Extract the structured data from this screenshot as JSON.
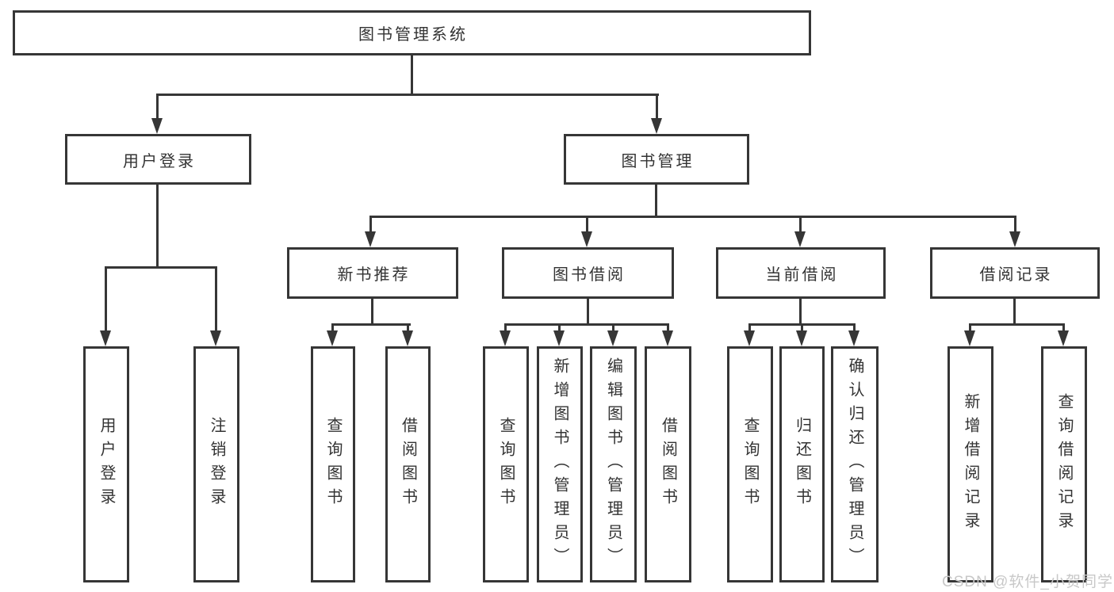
{
  "diagram_type": "hierarchy-tree",
  "colors": {
    "line": "#363636",
    "box_border": "#363636",
    "text": "#333333",
    "background": "#ffffff",
    "watermark": "#c8c8c8"
  },
  "watermark": "CSDN @软件_小贺同学",
  "tree": {
    "label": "图书管理系统",
    "children": [
      {
        "label": "用户登录",
        "children": [
          {
            "label": "用户登录"
          },
          {
            "label": "注销登录"
          }
        ]
      },
      {
        "label": "图书管理",
        "children": [
          {
            "label": "新书推荐",
            "children": [
              {
                "label": "查询图书"
              },
              {
                "label": "借阅图书"
              }
            ]
          },
          {
            "label": "图书借阅",
            "children": [
              {
                "label": "查询图书"
              },
              {
                "label": "新增图书（管理员）"
              },
              {
                "label": "编辑图书（管理员）"
              },
              {
                "label": "借阅图书"
              }
            ]
          },
          {
            "label": "当前借阅",
            "children": [
              {
                "label": "查询图书"
              },
              {
                "label": "归还图书"
              },
              {
                "label": "确认归还（管理员）"
              }
            ]
          },
          {
            "label": "借阅记录",
            "children": [
              {
                "label": "新增借阅记录"
              },
              {
                "label": "查询借阅记录"
              }
            ]
          }
        ]
      }
    ]
  }
}
